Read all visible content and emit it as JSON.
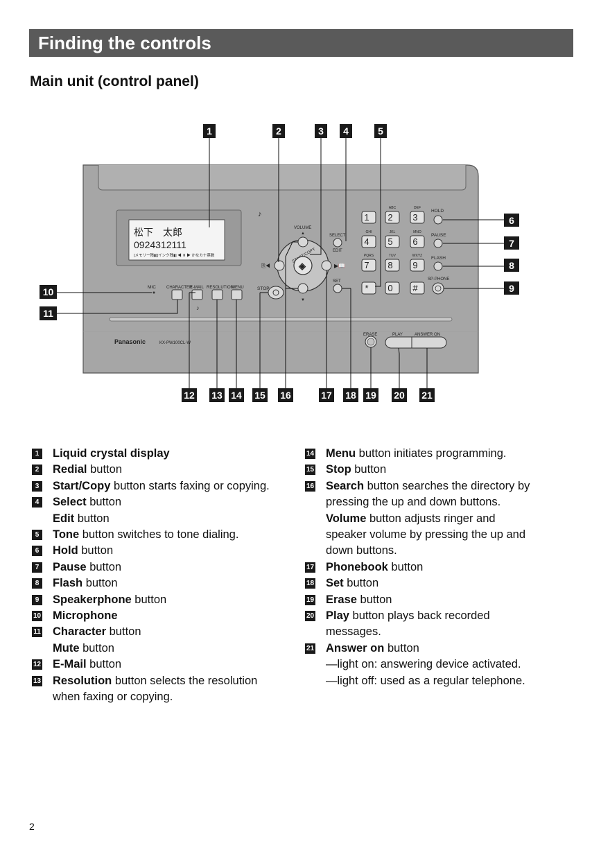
{
  "header": {
    "section_title": "Finding the controls",
    "subtitle": "Main unit (control panel)"
  },
  "diagram": {
    "callouts_top": [
      "1",
      "2",
      "3",
      "4",
      "5"
    ],
    "callouts_right": [
      "6",
      "7",
      "8",
      "9"
    ],
    "callouts_left": [
      "10",
      "11"
    ],
    "callouts_bottom": [
      "12",
      "13",
      "14",
      "15",
      "16",
      "17",
      "18",
      "19",
      "20",
      "21"
    ],
    "lcd": {
      "line1": "松下　太郎",
      "line2": "0924312111",
      "line3": "[メモリー残▮][インク残▮] ◀ ⬍ ▶ かなカナ英数"
    },
    "labels": {
      "volume": "VOLUME",
      "start_copy": "START/COPY",
      "select": "SELECT",
      "edit": "EDIT",
      "set": "SET",
      "stop": "STOP",
      "mic": "MIC",
      "character": "CHARACTER",
      "email": "E-MAIL",
      "resolution": "RESOLUTION",
      "menu": "MENU",
      "hold": "HOLD",
      "pause": "PAUSE",
      "flash": "FLASH",
      "sp_phone": "SP-PHONE",
      "erase": "ERASE",
      "play": "PLAY",
      "answer_on": "ANSWER ON",
      "brand": "Panasonic",
      "model": "KX-PW100CL-W"
    },
    "keypad": [
      {
        "key": "1",
        "sub": ""
      },
      {
        "key": "2",
        "sub": "ABC"
      },
      {
        "key": "3",
        "sub": "DEF"
      },
      {
        "key": "4",
        "sub": "GHI"
      },
      {
        "key": "5",
        "sub": "JKL"
      },
      {
        "key": "6",
        "sub": "MNO"
      },
      {
        "key": "7",
        "sub": "PQRS"
      },
      {
        "key": "8",
        "sub": "TUV"
      },
      {
        "key": "9",
        "sub": "WXYZ"
      },
      {
        "key": "*",
        "sub": ""
      },
      {
        "key": "0",
        "sub": ""
      },
      {
        "key": "#",
        "sub": ""
      }
    ]
  },
  "left_items": [
    {
      "n": "1",
      "b1": "Liquid crystal display",
      "t1": ""
    },
    {
      "n": "2",
      "b1": "Redial",
      "t1": " button"
    },
    {
      "n": "3",
      "b1": "Start/Copy",
      "t1": " button starts faxing or copying."
    },
    {
      "n": "4",
      "b1": "Select",
      "t1": " button",
      "b2": "Edit",
      "t2": " button"
    },
    {
      "n": "5",
      "b1": "Tone",
      "t1": " button switches to tone dialing."
    },
    {
      "n": "6",
      "b1": "Hold",
      "t1": " button"
    },
    {
      "n": "7",
      "b1": "Pause",
      "t1": " button"
    },
    {
      "n": "8",
      "b1": "Flash",
      "t1": " button"
    },
    {
      "n": "9",
      "b1": "Speakerphone",
      "t1": " button"
    },
    {
      "n": "10",
      "b1": "Microphone",
      "t1": ""
    },
    {
      "n": "11",
      "b1": "Character",
      "t1": " button",
      "b2": "Mute",
      "t2": " button"
    },
    {
      "n": "12",
      "b1": "E-Mail",
      "t1": " button"
    },
    {
      "n": "13",
      "b1": "Resolution",
      "t1": " button selects the resolution",
      "c1": "when faxing or copying."
    }
  ],
  "right_items": [
    {
      "n": "14",
      "b1": "Menu",
      "t1": " button initiates programming."
    },
    {
      "n": "15",
      "b1": "Stop",
      "t1": " button"
    },
    {
      "n": "16",
      "b1": "Search",
      "t1": " button searches the directory by",
      "c1": "pressing the up and down buttons.",
      "b2": "Volume",
      "t2": " button adjusts ringer and",
      "c2": "speaker volume by pressing the up and",
      "c3": "down buttons."
    },
    {
      "n": "17",
      "b1": "Phonebook",
      "t1": " button"
    },
    {
      "n": "18",
      "b1": "Set",
      "t1": " button"
    },
    {
      "n": "19",
      "b1": "Erase",
      "t1": " button"
    },
    {
      "n": "20",
      "b1": "Play",
      "t1": " button plays back recorded",
      "c1": "messages."
    },
    {
      "n": "21",
      "b1": "Answer on",
      "t1": " button",
      "c1": "—light on:  answering device activated.",
      "c2": "—light off:  used as a regular telephone."
    }
  ],
  "footer": {
    "page_number": "2"
  }
}
